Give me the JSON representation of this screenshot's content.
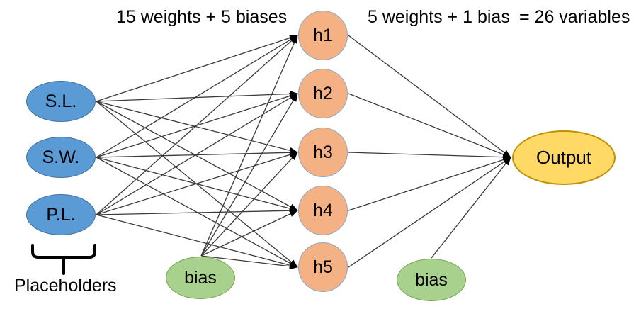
{
  "diagram": {
    "annotations": {
      "hidden_params": "15 weights + 5 biases",
      "output_params": "5 weights + 1 bias",
      "total": "= 26 variables"
    },
    "input_group_label": "Placeholders",
    "nodes": {
      "inputs": [
        {
          "id": "sl",
          "label": "S.L."
        },
        {
          "id": "sw",
          "label": "S.W."
        },
        {
          "id": "pl",
          "label": "P.L."
        }
      ],
      "hidden": [
        {
          "id": "h1",
          "label": "h1"
        },
        {
          "id": "h2",
          "label": "h2"
        },
        {
          "id": "h3",
          "label": "h3"
        },
        {
          "id": "h4",
          "label": "h4"
        },
        {
          "id": "h5",
          "label": "h5"
        }
      ],
      "biases": [
        {
          "id": "bias1",
          "label": "bias"
        },
        {
          "id": "bias2",
          "label": "bias"
        }
      ],
      "output": {
        "id": "output",
        "label": "Output"
      }
    },
    "edges": [
      {
        "from": "sl",
        "to": "h1"
      },
      {
        "from": "sl",
        "to": "h2"
      },
      {
        "from": "sl",
        "to": "h3"
      },
      {
        "from": "sl",
        "to": "h4"
      },
      {
        "from": "sl",
        "to": "h5"
      },
      {
        "from": "sw",
        "to": "h1"
      },
      {
        "from": "sw",
        "to": "h2"
      },
      {
        "from": "sw",
        "to": "h3"
      },
      {
        "from": "sw",
        "to": "h4"
      },
      {
        "from": "sw",
        "to": "h5"
      },
      {
        "from": "pl",
        "to": "h1"
      },
      {
        "from": "pl",
        "to": "h2"
      },
      {
        "from": "pl",
        "to": "h3"
      },
      {
        "from": "pl",
        "to": "h4"
      },
      {
        "from": "pl",
        "to": "h5"
      },
      {
        "from": "bias1",
        "to": "h1"
      },
      {
        "from": "bias1",
        "to": "h2"
      },
      {
        "from": "bias1",
        "to": "h3"
      },
      {
        "from": "bias1",
        "to": "h4"
      },
      {
        "from": "bias1",
        "to": "h5"
      },
      {
        "from": "h1",
        "to": "output"
      },
      {
        "from": "h2",
        "to": "output"
      },
      {
        "from": "h3",
        "to": "output"
      },
      {
        "from": "h4",
        "to": "output"
      },
      {
        "from": "h5",
        "to": "output"
      },
      {
        "from": "bias2",
        "to": "output"
      }
    ],
    "colors": {
      "input_fill": "#5B9BD5",
      "input_border": "#41719C",
      "hidden_fill": "#F4B183",
      "hidden_border": "#8AA8C8",
      "bias_fill": "#A9D18E",
      "bias_border": "#74A450",
      "output_fill": "#FFD966",
      "output_border": "#BF9000",
      "edge_color": "#3a3a3a",
      "text_color": "#000000"
    }
  }
}
